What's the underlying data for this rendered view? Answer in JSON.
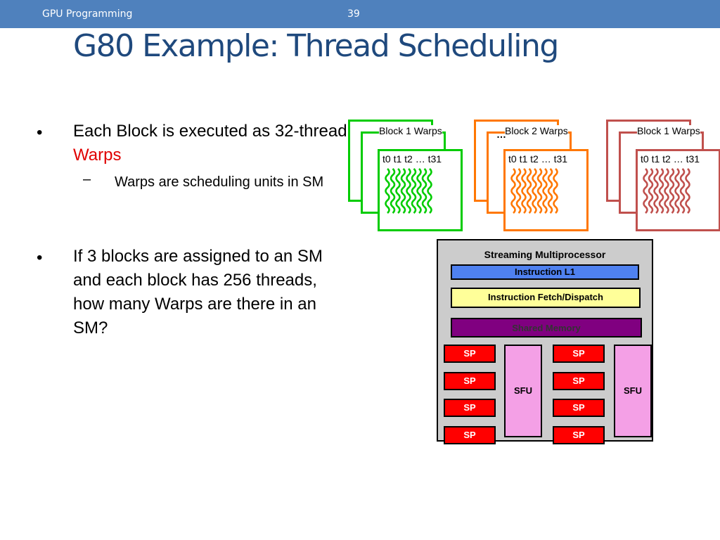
{
  "header": {
    "course": "GPU Programming",
    "page_number": "39"
  },
  "slide": {
    "title": "G80 Example: Thread Scheduling",
    "bullet_symbol": "•",
    "sub_dash": "–",
    "bullet1": {
      "text": "Each Block is executed as 32-thread ",
      "highlight": "Warps"
    },
    "sub1": "Warps are scheduling units in SM",
    "bullet2": "If 3 blocks are assigned to an SM and each block has 256 threads, how many Warps are there in an SM?"
  },
  "diagram": {
    "blocks": [
      {
        "label": "Block 1 Warps",
        "threads": "t0 t1 t2 … t31",
        "color": "#00cc00"
      },
      {
        "label": "Block 2 Warps",
        "threads": "t0 t1 t2 … t31",
        "color": "#ff7700"
      },
      {
        "label": "Block 1 Warps",
        "threads": "t0 t1 t2 … t31",
        "color": "#c0504d"
      }
    ],
    "ellipsis": "…",
    "sm": {
      "title": "Streaming Multiprocessor",
      "instruction_l1": "Instruction L1",
      "fetch_dispatch": "Instruction Fetch/Dispatch",
      "shared_memory": "Shared Memory",
      "sp_label": "SP",
      "sfu_label": "SFU",
      "colors": {
        "l1": "#4f81f0",
        "fetch": "#ffff99",
        "shared": "#800080",
        "sp": "#ff0000",
        "sfu": "#f4a0e6"
      }
    }
  }
}
